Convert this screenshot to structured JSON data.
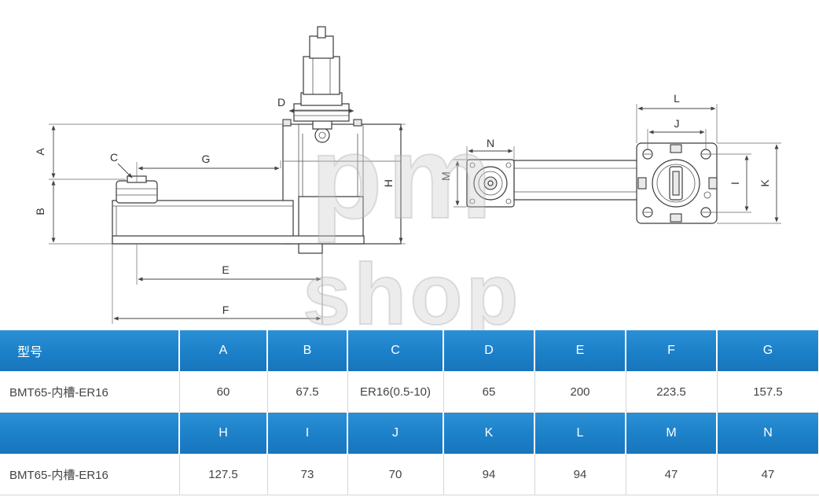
{
  "drawing": {
    "labels": {
      "A": "A",
      "B": "B",
      "C": "C",
      "D": "D",
      "E": "E",
      "F": "F",
      "G": "G",
      "H": "H",
      "I": "I",
      "J": "J",
      "K": "K",
      "L": "L",
      "M": "M",
      "N": "N"
    }
  },
  "watermark": {
    "line1": "pm",
    "line2": "shop"
  },
  "table": {
    "header1": [
      "型号",
      "A",
      "B",
      "C",
      "D",
      "E",
      "F",
      "G"
    ],
    "row1": [
      "BMT65-内槽-ER16",
      "60",
      "67.5",
      "ER16(0.5-10)",
      "65",
      "200",
      "223.5",
      "157.5"
    ],
    "header2": [
      "",
      "H",
      "I",
      "J",
      "K",
      "L",
      "M",
      "N"
    ],
    "row2": [
      "BMT65-内槽-ER16",
      "127.5",
      "73",
      "70",
      "94",
      "94",
      "47",
      "47"
    ]
  },
  "colors": {
    "header_bg": "#1b7fc7",
    "header_text": "#ffffff"
  }
}
